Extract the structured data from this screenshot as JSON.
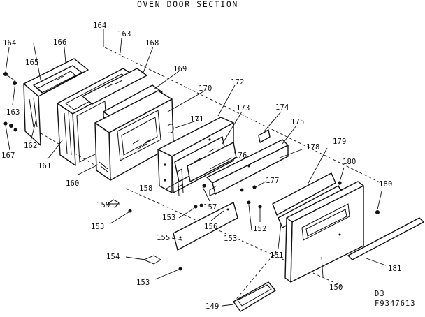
{
  "title": "OVEN DOOR SECTION",
  "drawing_code": "D3",
  "figure_number": "F9347613",
  "callouts": {
    "p149": "149",
    "p150": "150",
    "p151": "151",
    "p152": "152",
    "p153a": "153",
    "p153b": "153",
    "p153c": "153",
    "p153d": "153",
    "p154": "154",
    "p155": "155",
    "p156": "156",
    "p157": "157",
    "p158": "158",
    "p159": "159",
    "p160": "160",
    "p161": "161",
    "p162": "162",
    "p163a": "163",
    "p163b": "163",
    "p164a": "164",
    "p164b": "164",
    "p165": "165",
    "p166": "166",
    "p167": "167",
    "p168": "168",
    "p169": "169",
    "p170": "170",
    "p171": "171",
    "p172": "172",
    "p173": "173",
    "p174": "174",
    "p175": "175",
    "p176": "176",
    "p177": "177",
    "p178": "178",
    "p179": "179",
    "p180a": "180",
    "p180b": "180",
    "p181": "181"
  }
}
